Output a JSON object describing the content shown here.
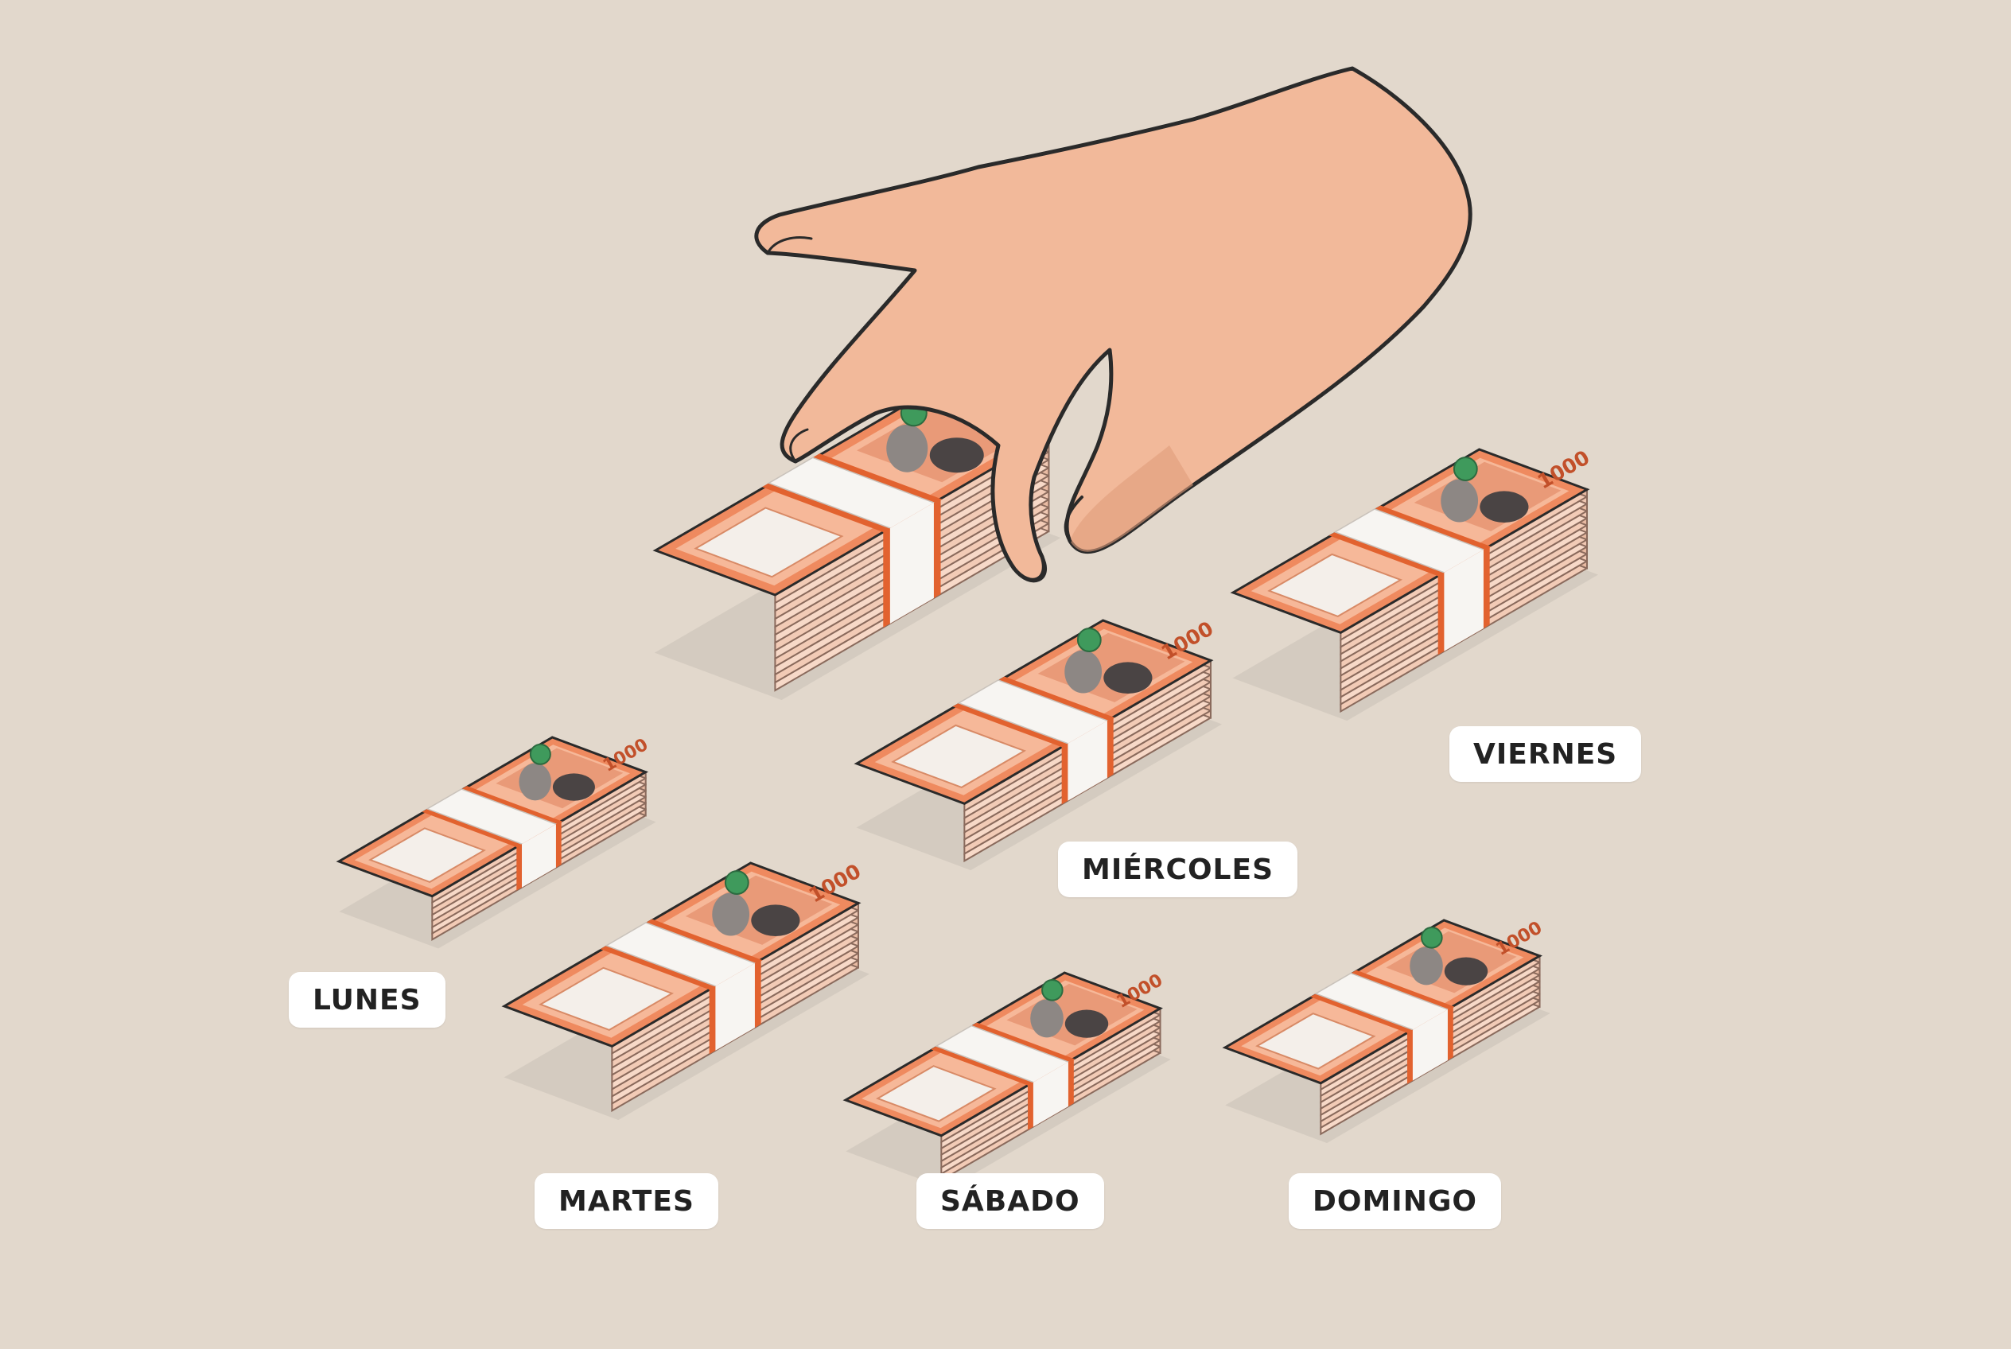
{
  "colors": {
    "background": "#e2d8cc",
    "note_orange": "#ef8a5f",
    "note_light": "#f6b899",
    "note_edge": "#8a6a5c",
    "band_orange": "#e2622f",
    "band_white": "#f7f5f2",
    "seal_green": "#3f9a5c",
    "skin": "#f2b99a",
    "skin_shadow": "#e09d7b",
    "outline": "#2a2a2a",
    "label_bg": "#ffffff",
    "label_text": "#222222"
  },
  "icons": [
    "hand-icon",
    "banknote-stack-icon"
  ],
  "stacks": [
    {
      "id": "featured",
      "label": "",
      "denomination": "1000",
      "layers": 12
    },
    {
      "id": "viernes",
      "label": "VIERNES",
      "denomination": "1000",
      "layers": 11
    },
    {
      "id": "miercoles",
      "label": "MIÉRCOLES",
      "denomination": "1000",
      "layers": 8
    },
    {
      "id": "lunes",
      "label": "LUNES",
      "denomination": "1000",
      "layers": 7
    },
    {
      "id": "martes",
      "label": "MARTES",
      "denomination": "1000",
      "layers": 9
    },
    {
      "id": "sabado",
      "label": "SÁBADO",
      "denomination": "1000",
      "layers": 7
    },
    {
      "id": "domingo",
      "label": "DOMINGO",
      "denomination": "1000",
      "layers": 8
    }
  ]
}
